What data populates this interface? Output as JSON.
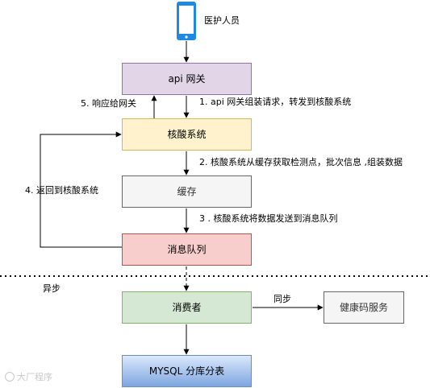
{
  "actor": {
    "label": "医护人员"
  },
  "nodes": {
    "api_gateway": "api 网关",
    "nucleic_system": "核酸系统",
    "cache": "缓存",
    "message_queue": "消息队列",
    "consumer": "消费者",
    "mysql": "MYSQL 分库分表",
    "health_code": "健康码服务"
  },
  "edges": {
    "step1": "1. api 网关组装请求，转发到核酸系统",
    "step2": "2. 核酸系统从缓存获取检测点，批次信息 ,组装数据",
    "step3": "3 . 核酸系统将数据发送到消息队列",
    "step4": "4. 返回到核酸系统",
    "step5": "5. 响应给网关",
    "sync": "同步"
  },
  "zones": {
    "async": "异步"
  },
  "watermark": {
    "text": "大厂程序"
  },
  "icons": {
    "actor": "mobile-phone-icon",
    "watermark": "watermark-logo-icon"
  },
  "colors": {
    "phone": "#1e88e5",
    "api_gateway": "#e1d5e7",
    "nucleic_system": "#fff2cc",
    "cache": "#f5f5f5",
    "message_queue": "#f8cecc",
    "consumer": "#d5e8d4",
    "mysql": "#7ea6e0",
    "health_code": "#f5f5f5"
  }
}
